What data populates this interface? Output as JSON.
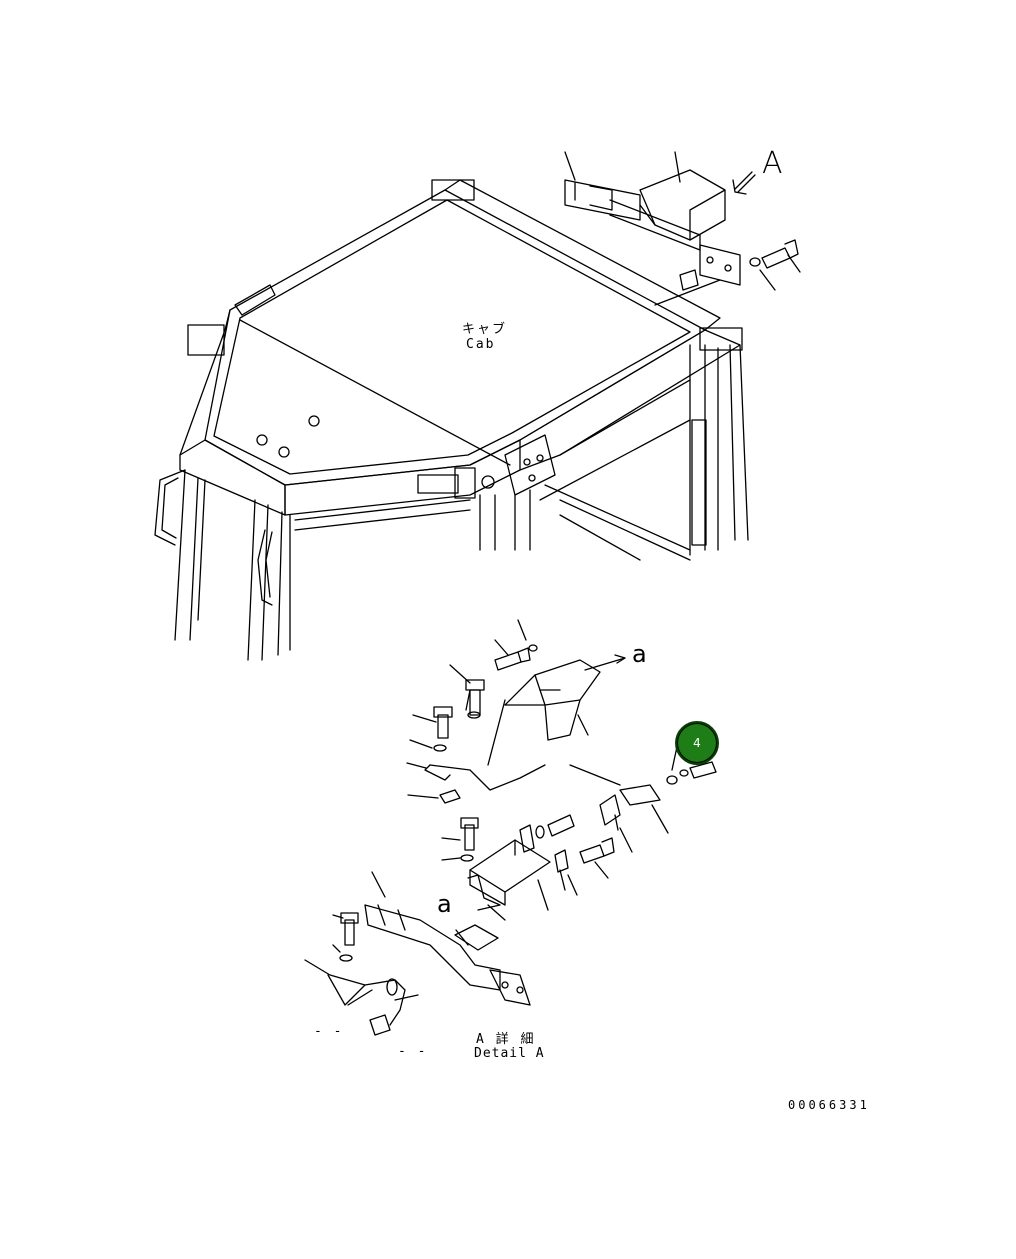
{
  "drawing": {
    "cab_label_jp": "キャブ",
    "cab_label_en": "Cab",
    "view_arrow_label": "A",
    "sub_view_label": "a",
    "detail_label_jp": "A 詳 細",
    "detail_label_en": "Detail A",
    "drawing_number": "00066331",
    "callout": {
      "number": "4",
      "color": "#1e7d16"
    },
    "stray_marks": [
      "- -",
      "- -"
    ]
  }
}
